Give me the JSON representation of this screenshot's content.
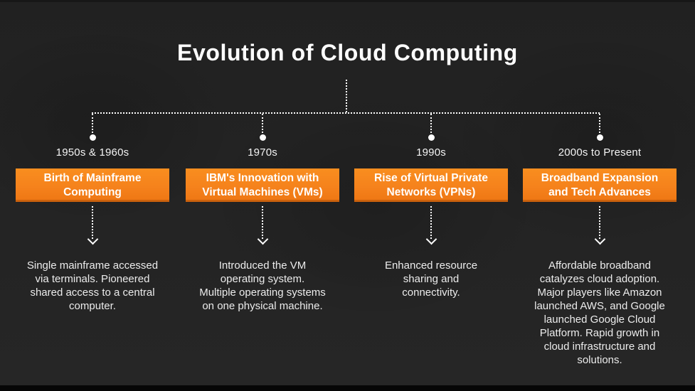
{
  "title": "Evolution of Cloud Computing",
  "colors": {
    "background": "#232323",
    "accent_orange": "#F5821C",
    "title_text": "#FFFFFF",
    "body_text": "#ECECEC",
    "connector": "#FFFFFF"
  },
  "timeline": {
    "items": [
      {
        "era": "1950s & 1960s",
        "heading": "Birth of Mainframe\nComputing",
        "description": "Single mainframe accessed\nvia terminals. Pioneered\nshared access to a central\ncomputer."
      },
      {
        "era": "1970s",
        "heading": "IBM's Innovation with\nVirtual Machines (VMs)",
        "description": "Introduced the VM\noperating system.\nMultiple operating systems\non one physical machine."
      },
      {
        "era": "1990s",
        "heading": "Rise of Virtual Private\nNetworks (VPNs)",
        "description": "Enhanced resource\nsharing and\nconnectivity."
      },
      {
        "era": "2000s to Present",
        "heading": "Broadband Expansion\nand Tech Advances",
        "description": "Affordable broadband\ncatalyzes cloud adoption.\nMajor players like Amazon\nlaunched AWS, and Google\nlaunched Google Cloud\nPlatform. Rapid growth in\ncloud infrastructure and\nsolutions."
      }
    ]
  }
}
